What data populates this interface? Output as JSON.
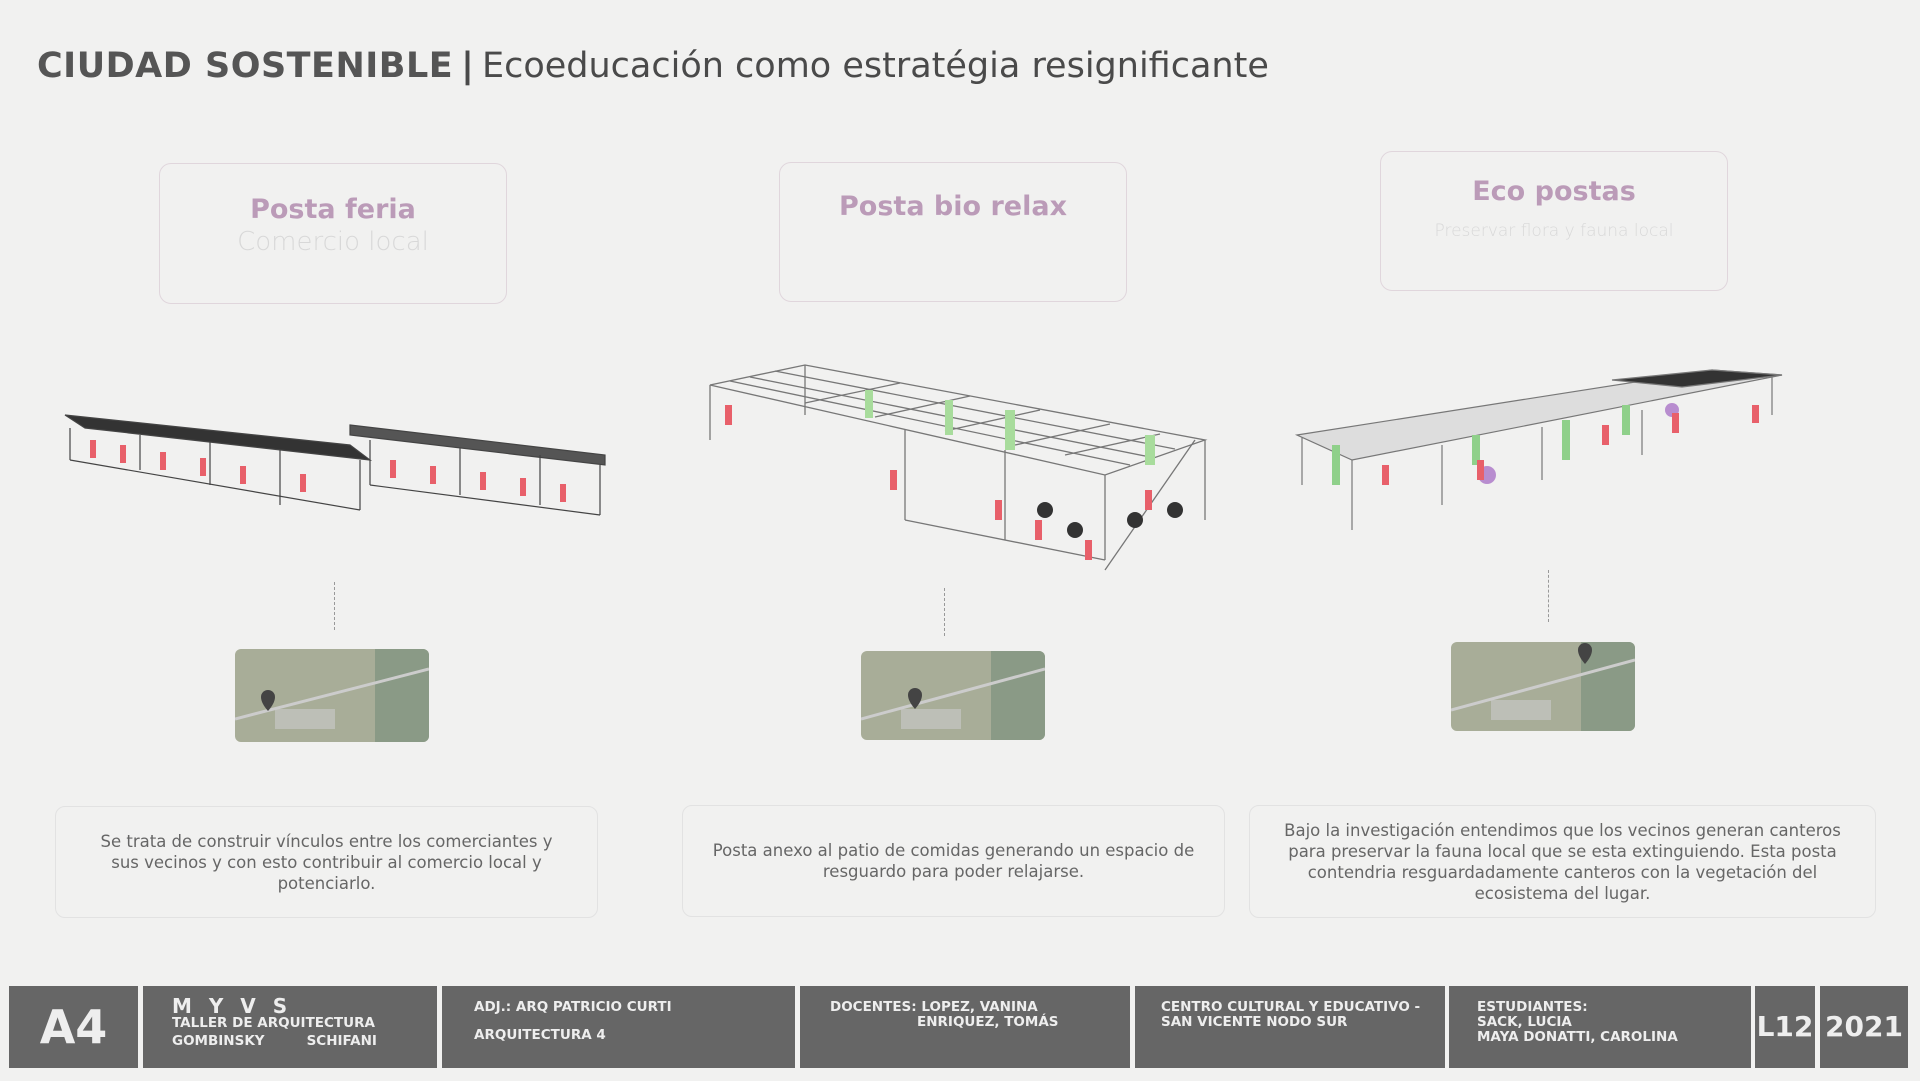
{
  "header": {
    "title_bold": "CIUDAD SOSTENIBLE",
    "separator": "|",
    "title_rest": "Ecoeducación como estratégia resignificante"
  },
  "postas": [
    {
      "title": "Posta feria",
      "subtitle": "Comercio local",
      "description": "Se trata de construir vínculos entre los comerciantes y sus vecinos y con esto contribuir al comercio local y potenciarlo."
    },
    {
      "title": "Posta bio relax",
      "subtitle": "",
      "description": "Posta anexo al patio de comidas generando un espacio de resguardo para poder relajarse."
    },
    {
      "title": "Eco postas",
      "subtitle": "Preservar flora y fauna local",
      "description": "Bajo la investigación entendimos que los vecinos generan canteros para preservar la fauna local que se esta extinguiendo. Esta posta contendria resguardadamente canteros con la vegetación del ecosistema del lugar."
    }
  ],
  "colors": {
    "accent": "#bb9bb8",
    "figures": "#e8606a",
    "plants": "#8fd08a",
    "footer": "#666666"
  },
  "footer": {
    "sheet": "A4",
    "studio": {
      "name": "M Y V S",
      "line1": "TALLER DE ARQUITECTURA",
      "left": "GOMBINSKY",
      "right": "SCHIFANI"
    },
    "adj": {
      "line1": "ADJ.: ARQ PATRICIO CURTI",
      "line2": "ARQUITECTURA 4"
    },
    "docentes": {
      "line1": "DOCENTES: LOPEZ, VANINA",
      "line2": "ENRIQUEZ, TOMÁS"
    },
    "project": {
      "line1": "CENTRO CULTURAL Y EDUCATIVO -",
      "line2": "SAN VICENTE NODO SUR"
    },
    "students": {
      "line1": "ESTUDIANTES:",
      "line2": "SACK, LUCIA",
      "line3": "MAYA DONATTI, CAROLINA"
    },
    "sheet_number": "L12",
    "year": "2021"
  }
}
